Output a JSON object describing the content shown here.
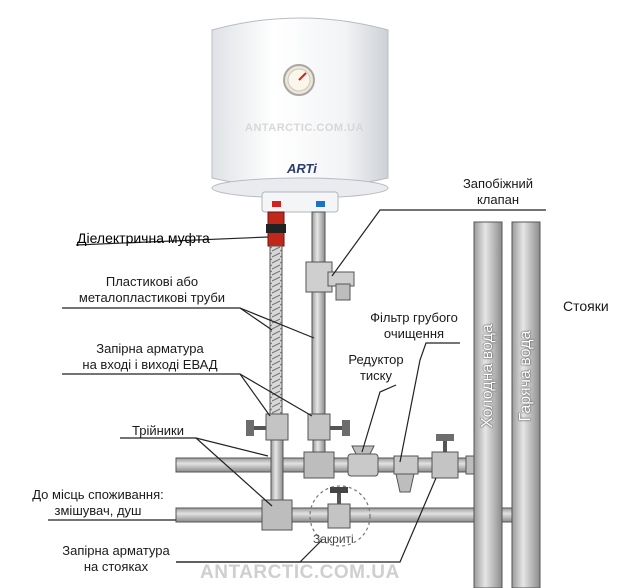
{
  "heater": {
    "brand": "ARTi",
    "watermark": "ANTARCTIC.COM.UA"
  },
  "labels": {
    "dielectric": "Діелектрична муфта",
    "plastic_pipes": [
      "Пластикові або",
      "металопластикові труби"
    ],
    "shutoff_ewh": [
      "Запірна арматура",
      "на вході і виході ЕВАД"
    ],
    "tees": "Трійники",
    "consumers": [
      "До місць споживання:",
      "змішувач, душ"
    ],
    "shutoff_risers": [
      "Запірна арматура",
      "на стояках"
    ],
    "safety_valve": [
      "Запобіжний",
      "клапан"
    ],
    "filter": [
      "Фільтр грубого",
      "очищення"
    ],
    "reducer": [
      "Редуктор",
      "тиску"
    ],
    "risers": "Стояки",
    "cold_water": "Холодна вода",
    "hot_water": "Гаряча вода",
    "closed": "Закриті"
  },
  "watermark_bottom": "ANTARCTIC.COM.UA",
  "colors": {
    "pipe_fill": "#cfcfcf",
    "pipe_stroke": "#555555",
    "leader": "#222222",
    "hot_mark": "#d62020",
    "cold_mark": "#1a73c8",
    "dielectric": "#c0281c"
  }
}
